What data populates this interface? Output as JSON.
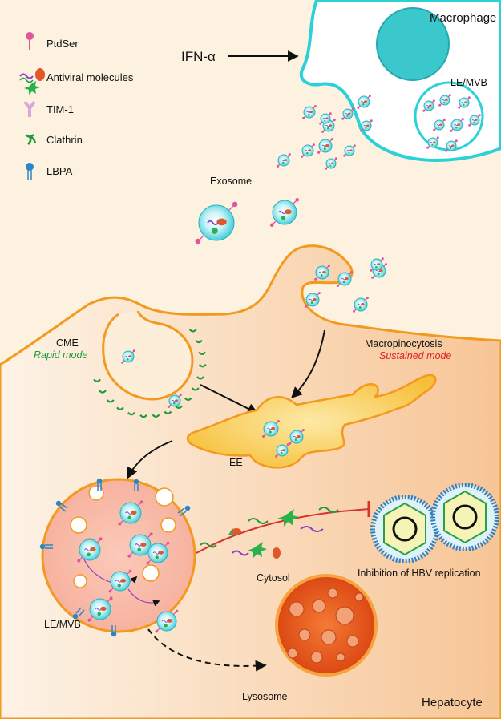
{
  "legend": {
    "items": [
      {
        "label": "PtdSer",
        "icon": "ptdser-icon"
      },
      {
        "label": "Antiviral molecules",
        "icon": "antiviral-molecules-icon"
      },
      {
        "label": "TIM-1",
        "icon": "tim1-receptor-icon"
      },
      {
        "label": "Clathrin",
        "icon": "clathrin-icon"
      },
      {
        "label": "LBPA",
        "icon": "lbpa-icon"
      }
    ]
  },
  "labels": {
    "macrophage": "Macrophage",
    "ifn": "IFN-α",
    "macrophage_le_mvb": "LE/MVB",
    "exosome": "Exosome",
    "cme": "CME",
    "rapid_mode": "Rapid mode",
    "macropinocytosis": "Macropinocytosis",
    "sustained_mode": "Sustained mode",
    "ee": "EE",
    "cytosol": "Cytosol",
    "inhibition": "Inhibition of HBV replication",
    "hepatocyte_le_mvb": "LE/MVB",
    "lysosome": "Lysosome",
    "hepatocyte": "Hepatocyte"
  },
  "colors": {
    "background": "#fdf2df",
    "membrane": "#f39a1e",
    "cytoplasm_light": "#fdf0e0",
    "cytoplasm_dark": "#f7c99a",
    "macrophage_cyan": "#2ad2d8",
    "nucleus": "#3bc8cc",
    "exosome_fill": "#9fe7ef",
    "ptdser_pink": "#e0569b",
    "tim1_purple": "#d8a8d8",
    "clathrin_green": "#1e9a3a",
    "lbpa_blue": "#2b86c8",
    "le_mvb_pink": "#f8b8a8",
    "ee_yellow": "#f9cf49",
    "lysosome_orange": "#e8521a",
    "hbv_blue": "#2f7fc8",
    "inhibit_red": "#d6322e",
    "rapid_text": "#1f9a3a",
    "sustained_text": "#e02020"
  }
}
